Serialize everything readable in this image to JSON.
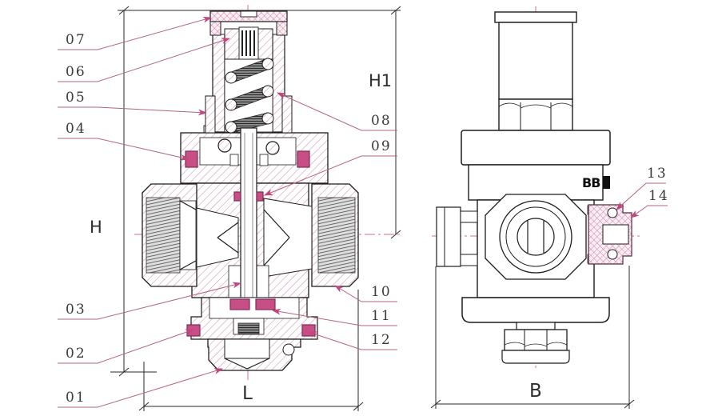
{
  "drawing_colors": {
    "outline": "#1c1c1c",
    "hatch_pink": "#d79ab4",
    "seal_magenta": "#c2457e",
    "seal_border": "#7e2d56",
    "leader_line": "#b4637f",
    "centerline": "#cc7090",
    "thread_dark": "#4c4c4c",
    "dimension_line": "#2a2a2a"
  },
  "section_view": {
    "part_labels": {
      "p01": "01",
      "p02": "02",
      "p03": "03",
      "p04": "04",
      "p05": "05",
      "p06": "06",
      "p07": "07",
      "p08": "08",
      "p09": "09",
      "p10": "10",
      "p11": "11",
      "p12": "12"
    },
    "dimensions": {
      "h": "H",
      "h1": "H1",
      "l": "L"
    }
  },
  "side_view": {
    "part_labels": {
      "p13": "13",
      "p14": "14"
    },
    "dimensions": {
      "b": "B"
    },
    "body_marking": "BB"
  }
}
